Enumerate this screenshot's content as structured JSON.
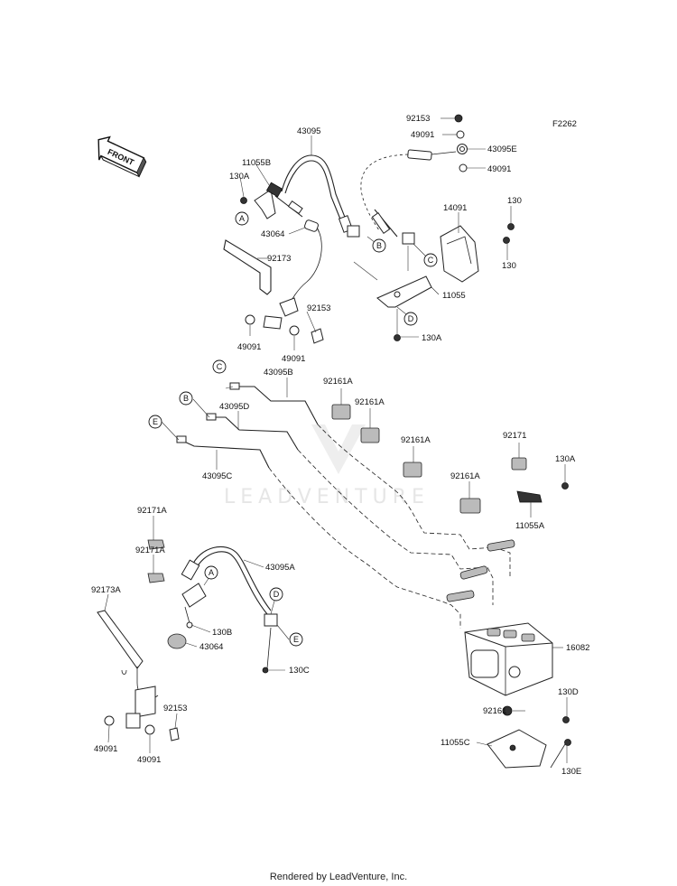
{
  "figure_code": "F2262",
  "front_label": "FRONT",
  "watermark": "LEADVENTURE",
  "footer": "Rendered by LeadVenture, Inc.",
  "parts": {
    "p92153_top": "92153",
    "p49091_a": "49091",
    "p43095E": "43095E",
    "p49091_b": "49091",
    "p43095": "43095",
    "p11055B": "11055B",
    "p130A_1": "130A",
    "p43064_1": "43064",
    "p92173": "92173",
    "p49091_c": "49091",
    "p92153_b": "92153",
    "p49091_d": "49091",
    "p14091": "14091",
    "p130_a": "130",
    "p130_b": "130",
    "p11055": "11055",
    "p130A_2": "130A",
    "p43095B": "43095B",
    "p43095D": "43095D",
    "p43095C": "43095C",
    "p92161A_1": "92161A",
    "p92161A_2": "92161A",
    "p92161A_3": "92161A",
    "p92161A_4": "92161A",
    "p92171": "92171",
    "p130A_3": "130A",
    "p11055A": "11055A",
    "p92171A_1": "92171A",
    "p92171A_2": "92171A",
    "p43095A": "43095A",
    "p92173A": "92173A",
    "p130B": "130B",
    "p43064_2": "43064",
    "p130C": "130C",
    "p16082": "16082",
    "p92161": "92161",
    "p130D": "130D",
    "p11055C": "11055C",
    "p130E": "130E",
    "p92153_c": "92153",
    "p49091_e": "49091",
    "p49091_f": "49091"
  },
  "callouts": {
    "A1": "A",
    "B1": "B",
    "C1": "C",
    "D1": "D",
    "C2": "C",
    "B2": "B",
    "E1": "E",
    "A2": "A",
    "D2": "D",
    "E2": "E"
  }
}
